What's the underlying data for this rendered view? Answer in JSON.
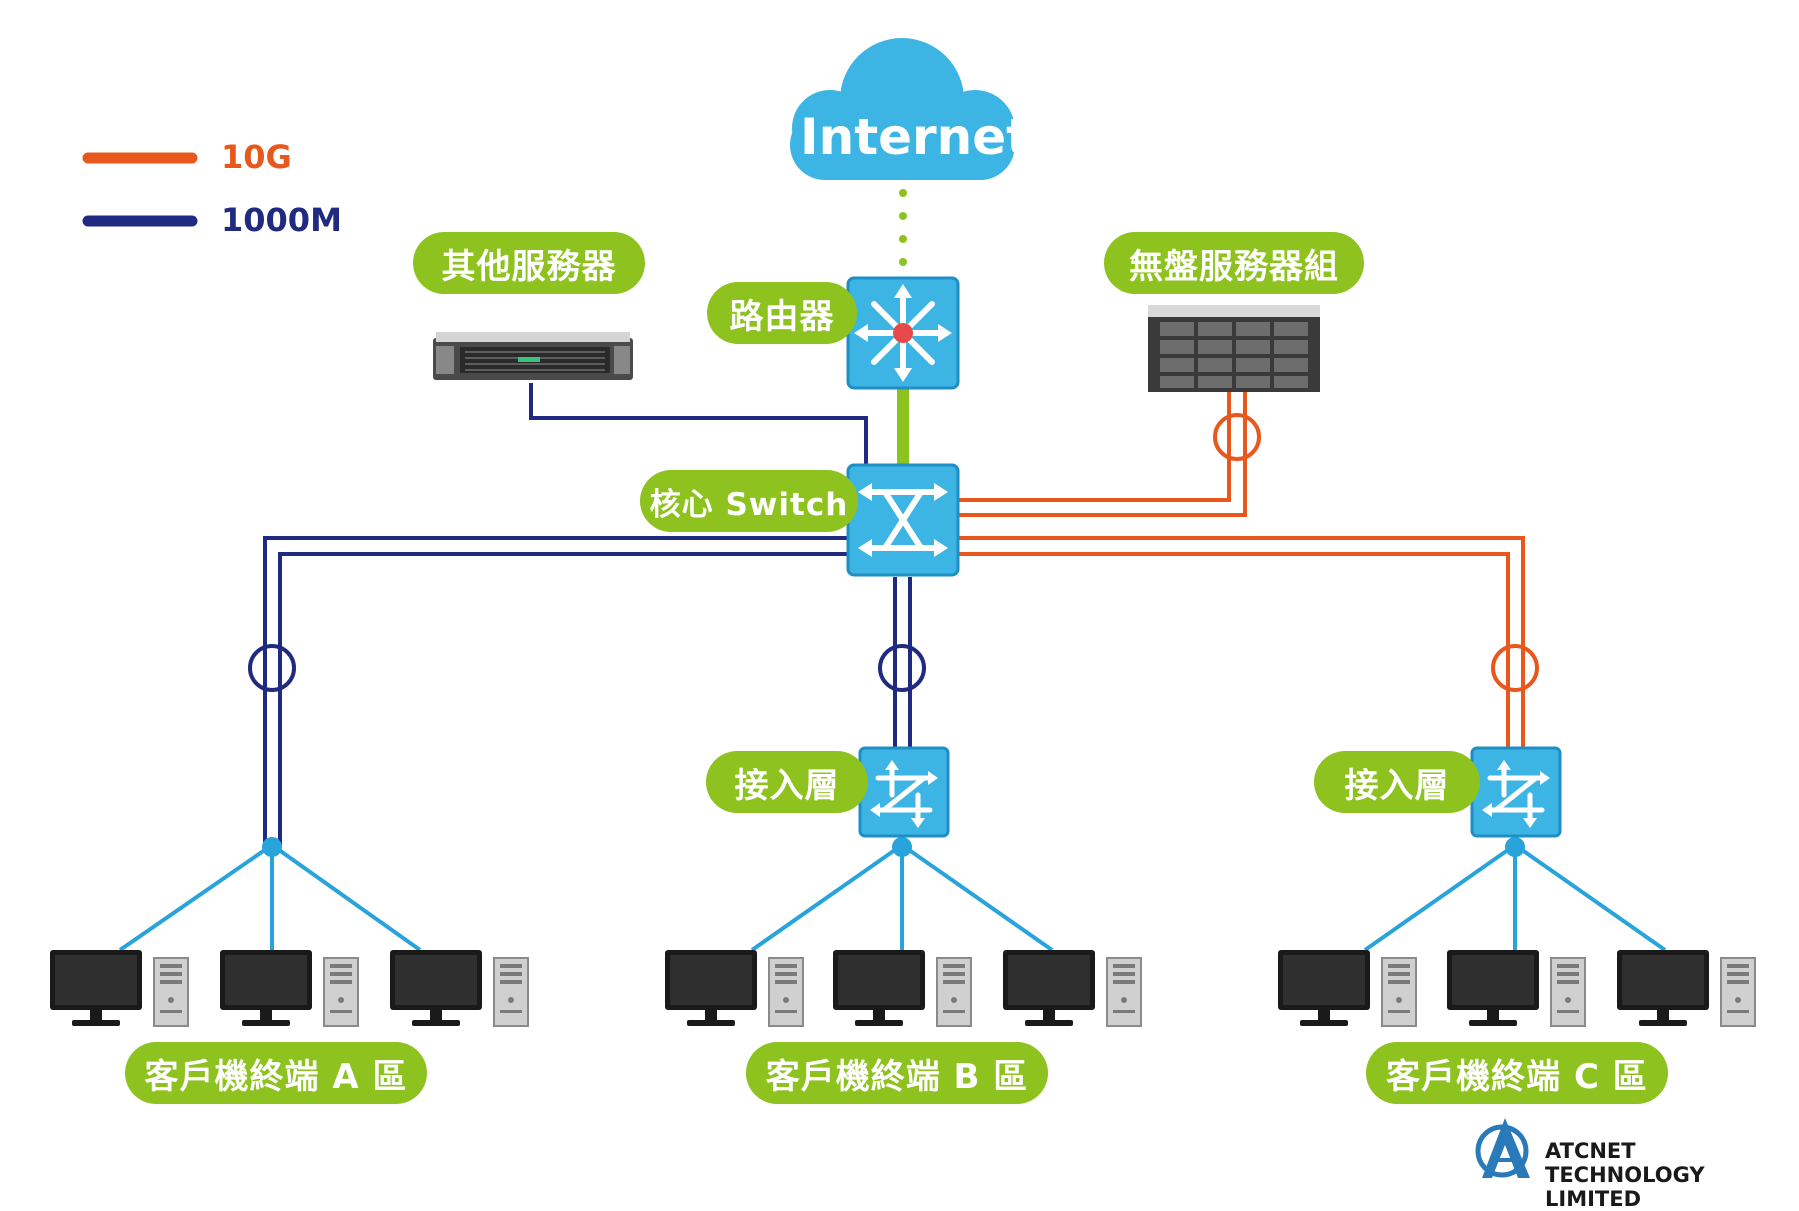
{
  "legend": {
    "items": [
      {
        "label": "10G",
        "color": "#e8581c"
      },
      {
        "label": "1000M",
        "color": "#1f2a80"
      }
    ]
  },
  "cloud": {
    "label": "Internet",
    "color": "#3db5e4"
  },
  "nodes": {
    "router": {
      "label": "路由器"
    },
    "core_switch": {
      "label": "核心 Switch"
    },
    "other_servers": {
      "label": "其他服務器"
    },
    "diskless_servers": {
      "label": "無盤服務器組"
    },
    "access_b": {
      "label": "接入層"
    },
    "access_c": {
      "label": "接入層"
    }
  },
  "zones": [
    {
      "label": "客戶機終端 A 區"
    },
    {
      "label": "客戶機終端 B 區"
    },
    {
      "label": "客戶機終端 C 區"
    }
  ],
  "colors": {
    "pill_green": "#8dc21f",
    "device_blue": "#3db5e4",
    "link_10g": "#e8581c",
    "link_1000m": "#1f2a80",
    "client_link": "#29a3dc",
    "router_link": "#8dc21f"
  },
  "brand": {
    "name": "ATCNET TECHNOLOGY LIMITED"
  }
}
